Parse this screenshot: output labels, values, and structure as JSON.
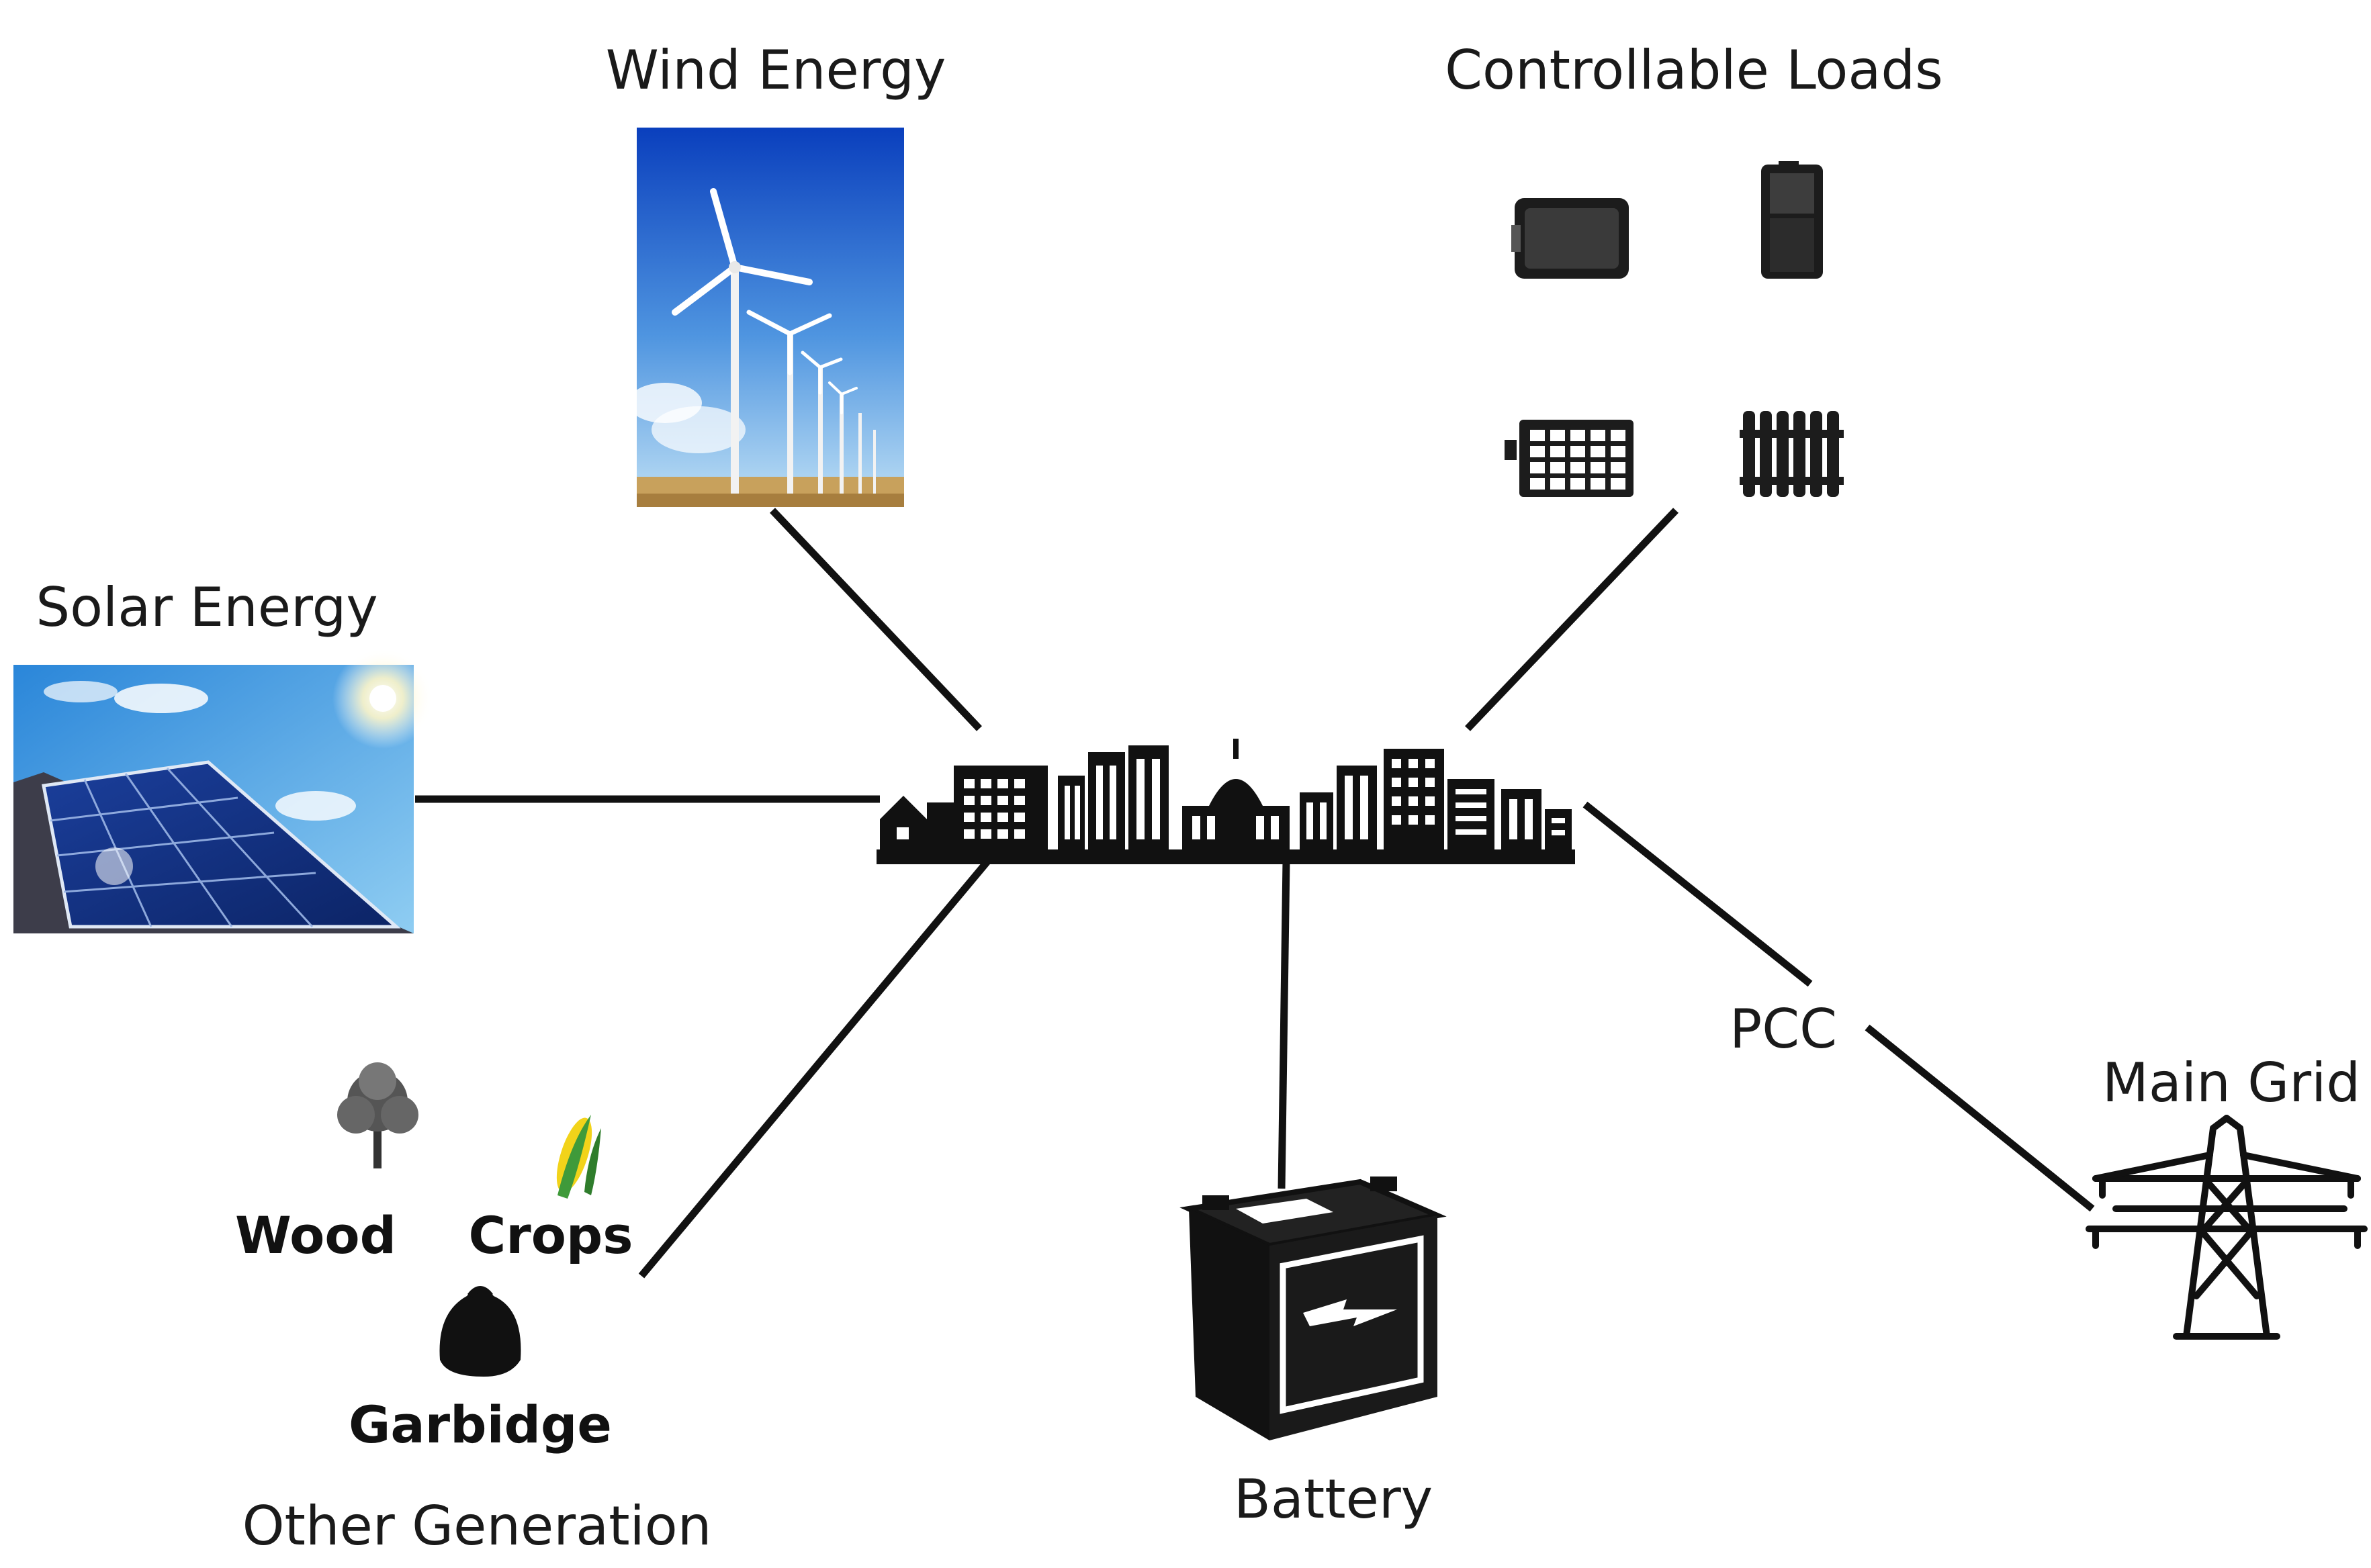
{
  "labels": {
    "wind": "Wind Energy",
    "loads": "Controllable Loads",
    "solar": "Solar Energy",
    "pcc": "PCC",
    "main_grid": "Main Grid",
    "wood": "Wood",
    "crops": "Crops",
    "garbage": "Garbidge",
    "other_generation": "Other Generation",
    "battery": "Battery"
  },
  "icons": {
    "hub": "city-skyline-icon",
    "wind": "wind-turbines-icon",
    "solar": "solar-panel-icon",
    "loads": [
      "washing-machine-icon",
      "refrigerator-icon",
      "air-conditioner-icon",
      "radiator-icon"
    ],
    "wood": "tree-icon",
    "crops": "corn-icon",
    "garbage": "garbage-bag-icon",
    "battery": "battery-icon",
    "main_grid": "transmission-tower-icon"
  },
  "colors": {
    "sky_top": "#0a3fbd",
    "sky_bottom": "#bfe0f5",
    "ink": "#111111",
    "corn": "#f2d31a",
    "leaf": "#3f9a3a"
  }
}
